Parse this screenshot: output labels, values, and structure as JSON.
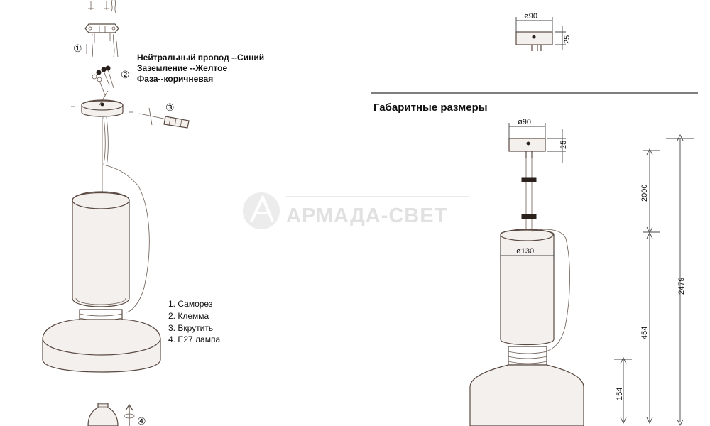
{
  "wiring_legend": {
    "neutral": "Нейтральный провод --Синий",
    "ground": "Заземление --Желтое",
    "phase": "Фаза--коричневая"
  },
  "step_markers": [
    "①",
    "②",
    "③",
    "④"
  ],
  "parts_list": [
    "1. Саморез",
    "2. Клемма",
    "3. Вкрутить",
    "4. E27 лампа"
  ],
  "section_title": "Габаритные размеры",
  "dimensions": {
    "canopy_diameter_top": "ø90",
    "canopy_height_top": "25",
    "canopy_diameter": "ø90",
    "canopy_height": "25",
    "cord_length": "2000",
    "shade_diameter": "ø130",
    "total_height": "2479",
    "body_height": "454",
    "dome_height": "154"
  },
  "watermark": {
    "brand": "АРМАДА-СВЕТ"
  }
}
